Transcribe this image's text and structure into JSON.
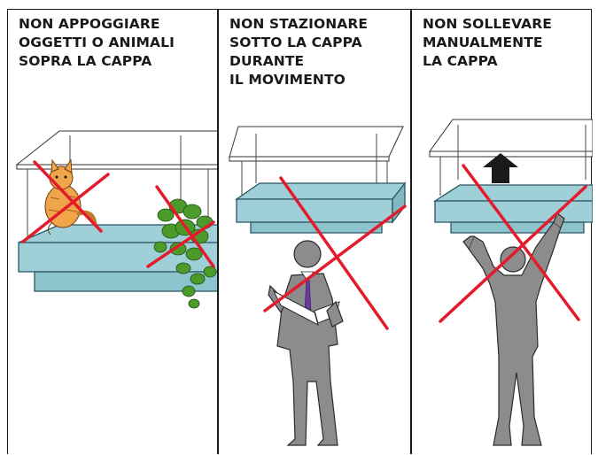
{
  "panels": [
    {
      "caption_lines": [
        "NON APPOGGIARE",
        "OGGETTI O ANIMALI",
        "SOPRA LA CAPPA"
      ]
    },
    {
      "caption_lines": [
        "NON STAZIONARE",
        "SOTTO LA CAPPA",
        "DURANTE",
        "IL MOVIMENTO"
      ]
    },
    {
      "caption_lines": [
        "NON SOLLEVARE",
        "MANUALMENTE",
        "LA CAPPA"
      ]
    }
  ],
  "colors": {
    "hood_fill": "#9fd0d8",
    "hood_stroke": "#2a5560",
    "cross": "#e41b2b",
    "person": "#8c8c8c",
    "cat": "#f0a54a",
    "plant": "#4c9a2a",
    "tie": "#6a3aa0"
  },
  "icons": [
    "cat-icon",
    "ivy-plant-icon",
    "businessman-icon",
    "person-lifting-icon",
    "up-arrow-icon",
    "prohibition-cross-icon"
  ]
}
